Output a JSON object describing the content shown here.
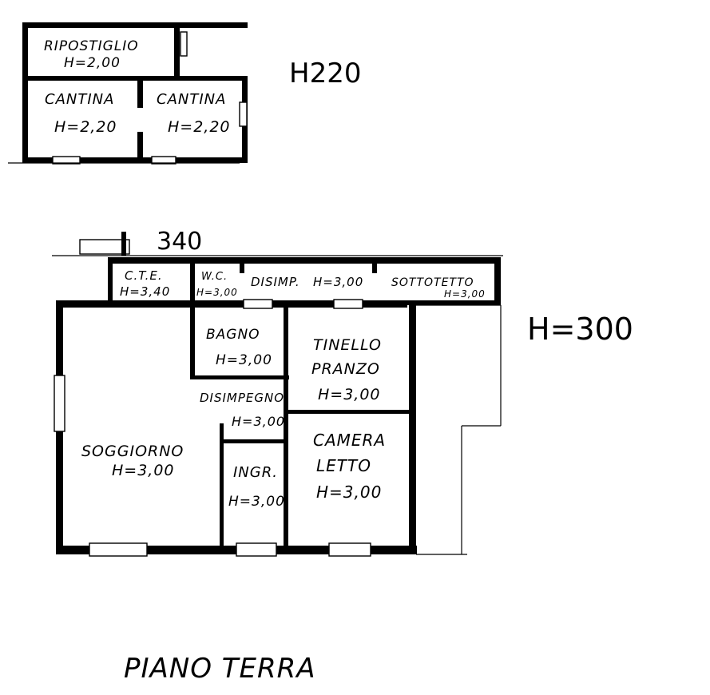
{
  "annex": {
    "height_note": "H220",
    "rooms": [
      {
        "name": "RIPOSTIGLIO",
        "height": "H=2,00"
      },
      {
        "name": "CANTINA",
        "height": "H=2,20"
      },
      {
        "name": "CANTINA",
        "height": "H=2,20"
      }
    ]
  },
  "main": {
    "dimension": "340",
    "height_note": "H=300",
    "rooms": [
      {
        "name": "C.T.E.",
        "height": "H=3,40"
      },
      {
        "name": "W.C.",
        "height": "H=3,00"
      },
      {
        "name": "DISIMPEGNO",
        "height": "H=3,00",
        "compact": "DISIMP."
      },
      {
        "name": "SOTTOTETTO",
        "height": "H=3,00"
      },
      {
        "name": "BAGNO",
        "height": "H=3,00"
      },
      {
        "name": "TINELLO",
        "name2": "PRANZO",
        "height": "H=3,00"
      },
      {
        "name": "DISIMPEGNO",
        "height": "H=3,00"
      },
      {
        "name": "SOGGIORNO",
        "height": "H=3,00"
      },
      {
        "name": "CAMERA",
        "name2": "LETTO",
        "height": "H=3,00"
      },
      {
        "name": "INGR.",
        "height": "H=3,00"
      }
    ]
  },
  "footer": {
    "title": "PIANO TERRA"
  }
}
